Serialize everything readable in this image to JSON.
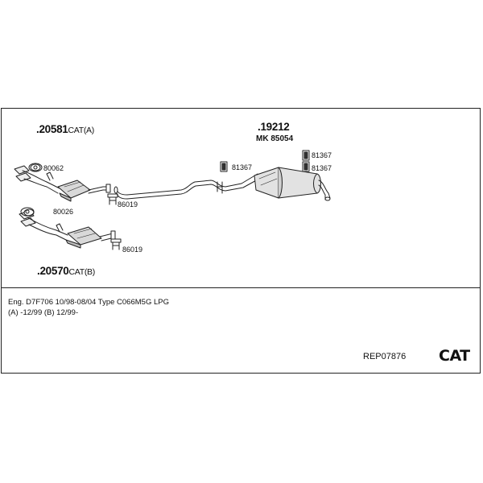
{
  "parts": {
    "front_pipe_a": {
      "number": ".20581",
      "suffix": "CAT(A)"
    },
    "front_pipe_b": {
      "number": ".20570",
      "suffix": "CAT(B)"
    },
    "rear_silencer": {
      "number": ".19212",
      "mk": "MK  85054"
    }
  },
  "hardware": {
    "gasket_a": "80062",
    "gasket_b": "80026",
    "clamp_a": "86019",
    "clamp_b": "86019",
    "hanger_mid": "81367",
    "hanger_rear_top": "81367",
    "hanger_rear_bottom": "81367"
  },
  "info": {
    "line1": "Eng. D7F706   10/98-08/04   Type C066M5G   LPG",
    "line2": "(A) -12/99 (B) 12/99-"
  },
  "reference": "REP07876",
  "category": "CAT"
}
